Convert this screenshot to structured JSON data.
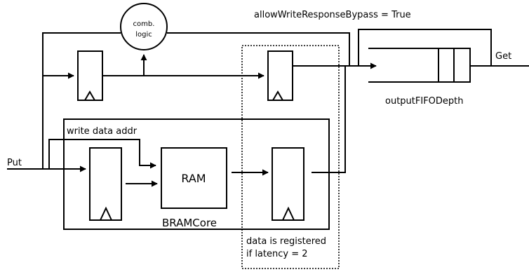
{
  "labels": {
    "bypass_setting": "allowWriteResponseBypass = True",
    "comb_logic_line1": "comb.",
    "comb_logic_line2": "logic",
    "get": "Get",
    "put": "Put",
    "output_fifo_depth": "outputFIFODepth",
    "write_data_addr": "write data addr",
    "ram": "RAM",
    "bramcore": "BRAMCore",
    "registered_line1": "data is registered",
    "registered_line2": "if latency = 2"
  },
  "colors": {
    "stroke": "#000000",
    "background": "#ffffff"
  }
}
